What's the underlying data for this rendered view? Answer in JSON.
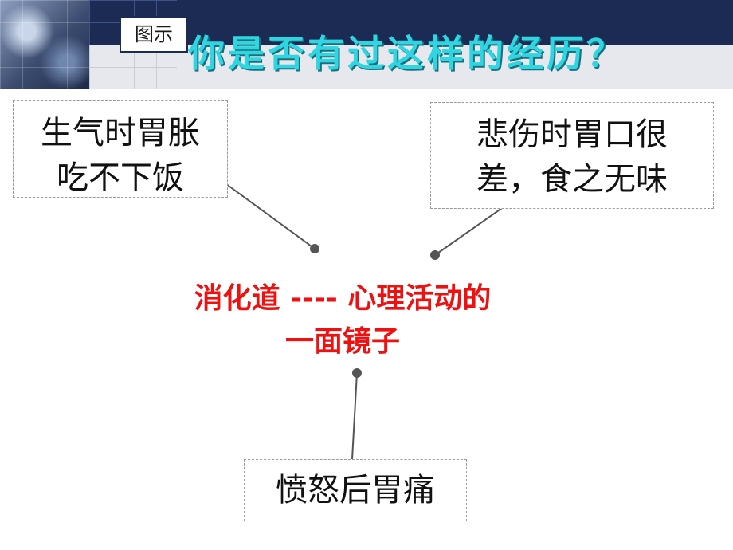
{
  "header": {
    "tag": "图示",
    "title": "你是否有过这样的经历？"
  },
  "boxes": {
    "left": [
      "生气时胃胀",
      "吃不下饭"
    ],
    "right": [
      "悲伤时胃口很",
      "差，食之无味"
    ],
    "bottom": "愤怒后胃痛"
  },
  "center": {
    "line1": "消化道 ----  心理活动的",
    "line2": "一面镜子"
  },
  "colors": {
    "title": "#2fd6e2",
    "center_text": "#ee1111",
    "header_dark": "#1c2b54",
    "connector": "#555555"
  }
}
